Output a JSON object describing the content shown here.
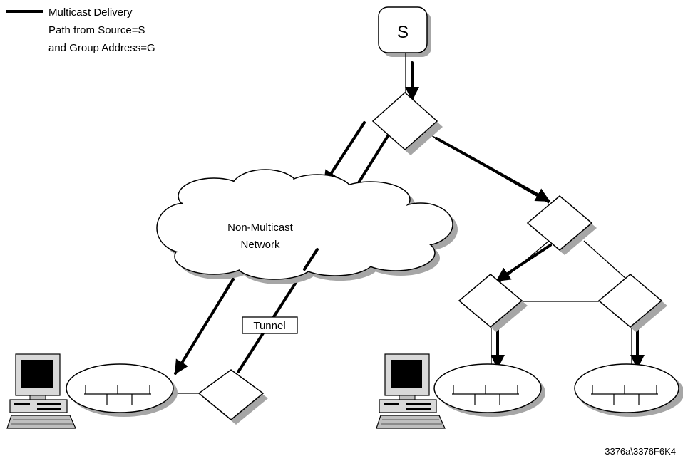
{
  "legend": {
    "line1": "Multicast Delivery",
    "line2": "Path from Source=S",
    "line3": "and Group Address=G"
  },
  "source": {
    "label": "S"
  },
  "cloud": {
    "line1": "Non-Multicast",
    "line2": "Network"
  },
  "tunnel": {
    "label": "Tunnel"
  },
  "figure_id": "3376a\\3376F6K4",
  "colors": {
    "line": "#000000",
    "shadow": "#a6a6a6",
    "screen": "#000000"
  }
}
